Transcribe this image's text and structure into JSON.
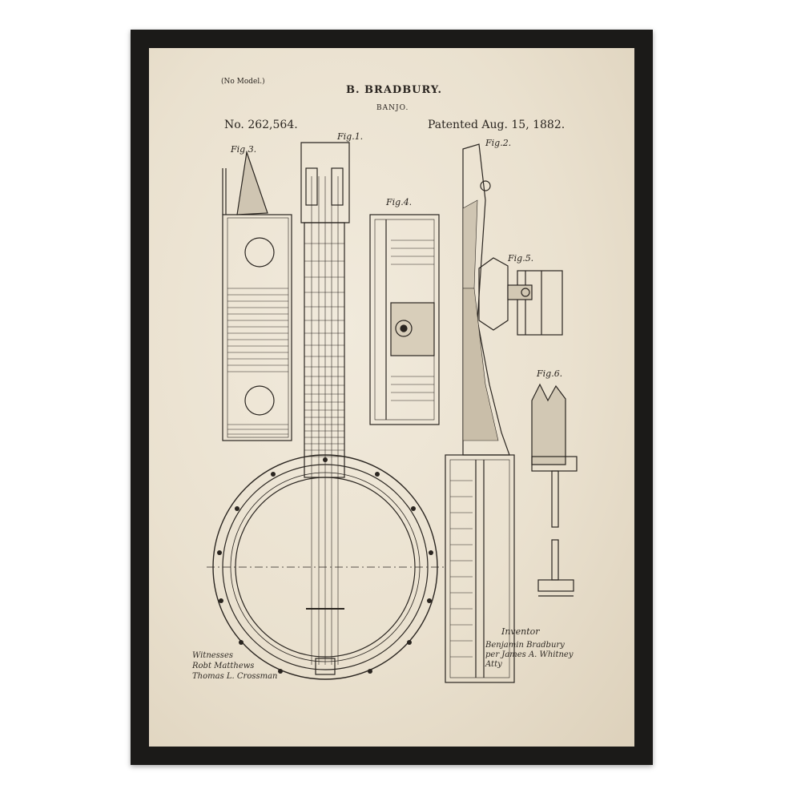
{
  "patent": {
    "no_model": "(No Model.)",
    "inventor_name": "B. BRADBURY.",
    "invention": "BANJO.",
    "number": "No. 262,564.",
    "date": "Patented Aug. 15, 1882."
  },
  "figures": {
    "fig1": "Fig.1.",
    "fig2": "Fig.2.",
    "fig3": "Fig.3.",
    "fig4": "Fig.4.",
    "fig5": "Fig.5.",
    "fig6": "Fig.6."
  },
  "signatures": {
    "witnesses": "Witnesses\nRobt Matthews\nThomas L. Crossman",
    "inventor_label": "Inventor",
    "inventor": "Benjamin Bradbury\nper James A. Whitney\nAtty"
  },
  "colors": {
    "frame": "#1b1a18",
    "paper": "#ece3d1",
    "ink": "#2a2520"
  }
}
